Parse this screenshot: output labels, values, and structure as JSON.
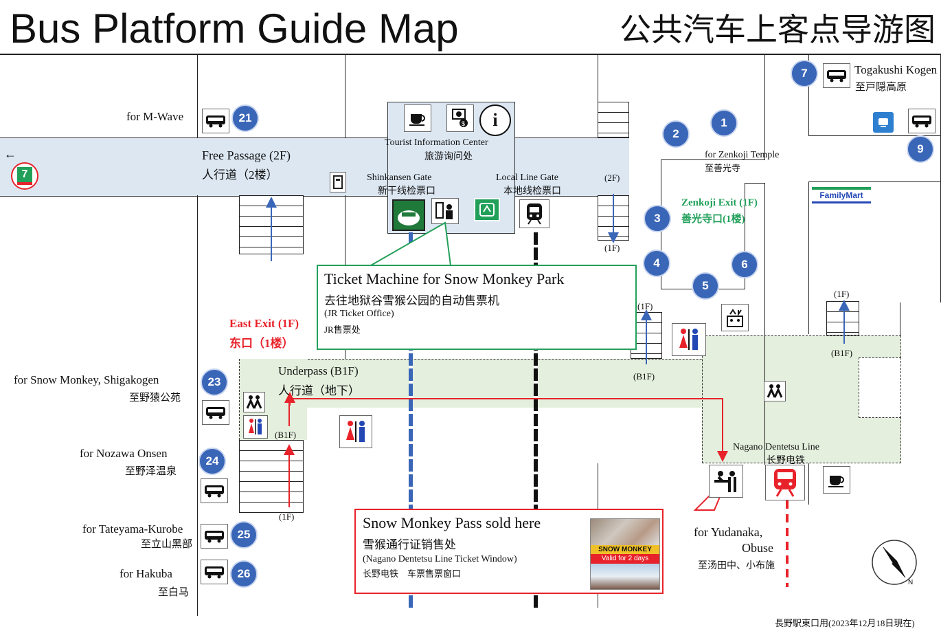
{
  "title": "Bus Platform Guide Map",
  "title_cn": "公共汽车上客点导游图",
  "footer": "長野駅東口用(2023年12月18日現在)",
  "colors": {
    "passage": "#dce7f2",
    "underpass": "#e4efdd",
    "accent_red": "#e8222a",
    "accent_green": "#22a05a",
    "circle": "#3a66b8"
  },
  "passage": {
    "en": "Free Passage (2F)",
    "cn": "人行道（2楼）"
  },
  "underpass": {
    "en": "Underpass (B1F)",
    "cn": "人行道（地下）"
  },
  "tourist_info": {
    "en": "Tourist Information Center",
    "cn": "旅游询问处"
  },
  "shinkansen_gate": {
    "en": "Shinkansen Gate",
    "cn": "新干线检票口"
  },
  "local_gate": {
    "en": "Local Line Gate",
    "cn": "本地线检票口"
  },
  "east_exit": {
    "en": "East Exit (1F)",
    "cn": "东口（1楼）"
  },
  "zenkoji_exit": {
    "en": "Zenkoji Exit (1F)",
    "cn": "善光寺口(1楼)"
  },
  "zenkoji_temple": {
    "en": "for Zenkoji Temple",
    "cn": "至善光寺"
  },
  "nagano_dentetsu": {
    "en": "Nagano Dentetsu Line",
    "cn": "长野电铁"
  },
  "familymart": "FamilyMart",
  "floors": {
    "f2": "(2F)",
    "f1": "(1F)",
    "b1": "(B1F)"
  },
  "ticket_callout": {
    "title": "Ticket Machine for Snow Monkey Park",
    "cn": "去往地狱谷雪猴公园的自动售票机",
    "sub": "(JR Ticket Office)",
    "sub_cn": "JR售票处"
  },
  "pass_callout": {
    "title": "Snow Monkey  Pass sold here",
    "cn": "雪猴通行证销售处",
    "sub": "(Nagano Dentetsu Line Ticket Window)",
    "sub_cn": "长野电铁　车票售票窗口",
    "photo_label": "SNOW MONKEY",
    "photo_sub": "Valid for 2 days"
  },
  "bus_stops": [
    {
      "num": "21",
      "en": "for M-Wave",
      "cn": ""
    },
    {
      "num": "23",
      "en": "for Snow Monkey, Shigakogen",
      "cn": "至野猿公苑"
    },
    {
      "num": "24",
      "en": "for Nozawa Onsen",
      "cn": "至野泽温泉"
    },
    {
      "num": "25",
      "en": "for Tateyama-Kurobe",
      "cn": "至立山黑部"
    },
    {
      "num": "26",
      "en": "for Hakuba",
      "cn": "至白马"
    },
    {
      "num": "7",
      "en": "Togakushi Kogen",
      "cn": "至戸隠高原"
    },
    {
      "num": "9",
      "en": "",
      "cn": ""
    },
    {
      "num": "1",
      "en": "",
      "cn": ""
    },
    {
      "num": "2",
      "en": "",
      "cn": ""
    },
    {
      "num": "3",
      "en": "",
      "cn": ""
    },
    {
      "num": "4",
      "en": "",
      "cn": ""
    },
    {
      "num": "5",
      "en": "",
      "cn": ""
    },
    {
      "num": "6",
      "en": "",
      "cn": ""
    }
  ],
  "yudanaka": {
    "en1": "for Yudanaka,",
    "en2": "Obuse",
    "cn": "至汤田中、小布施"
  },
  "compass": "N",
  "arrow_left": "←"
}
